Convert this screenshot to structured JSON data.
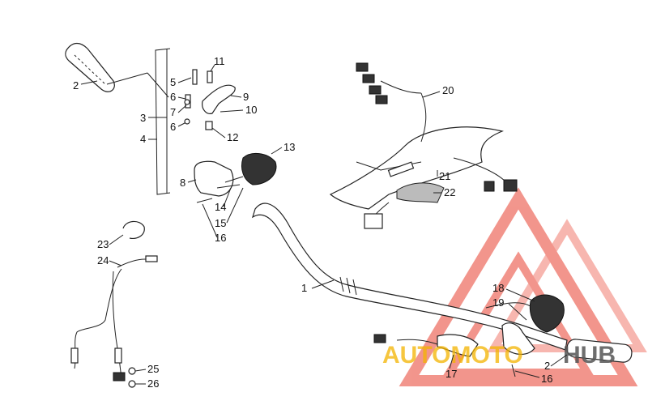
{
  "callouts": [
    "1",
    "2",
    "2",
    "3",
    "4",
    "5",
    "6",
    "6",
    "7",
    "8",
    "9",
    "10",
    "11",
    "12",
    "13",
    "14",
    "15",
    "16",
    "16",
    "17",
    "18",
    "19",
    "20",
    "21",
    "22",
    "23",
    "24",
    "25",
    "26"
  ],
  "watermark": {
    "text_left": "AUTOMOTO",
    "text_right": "HUB",
    "red": "#e8402f",
    "yellow": "#f4b400",
    "gray": "#555555"
  }
}
